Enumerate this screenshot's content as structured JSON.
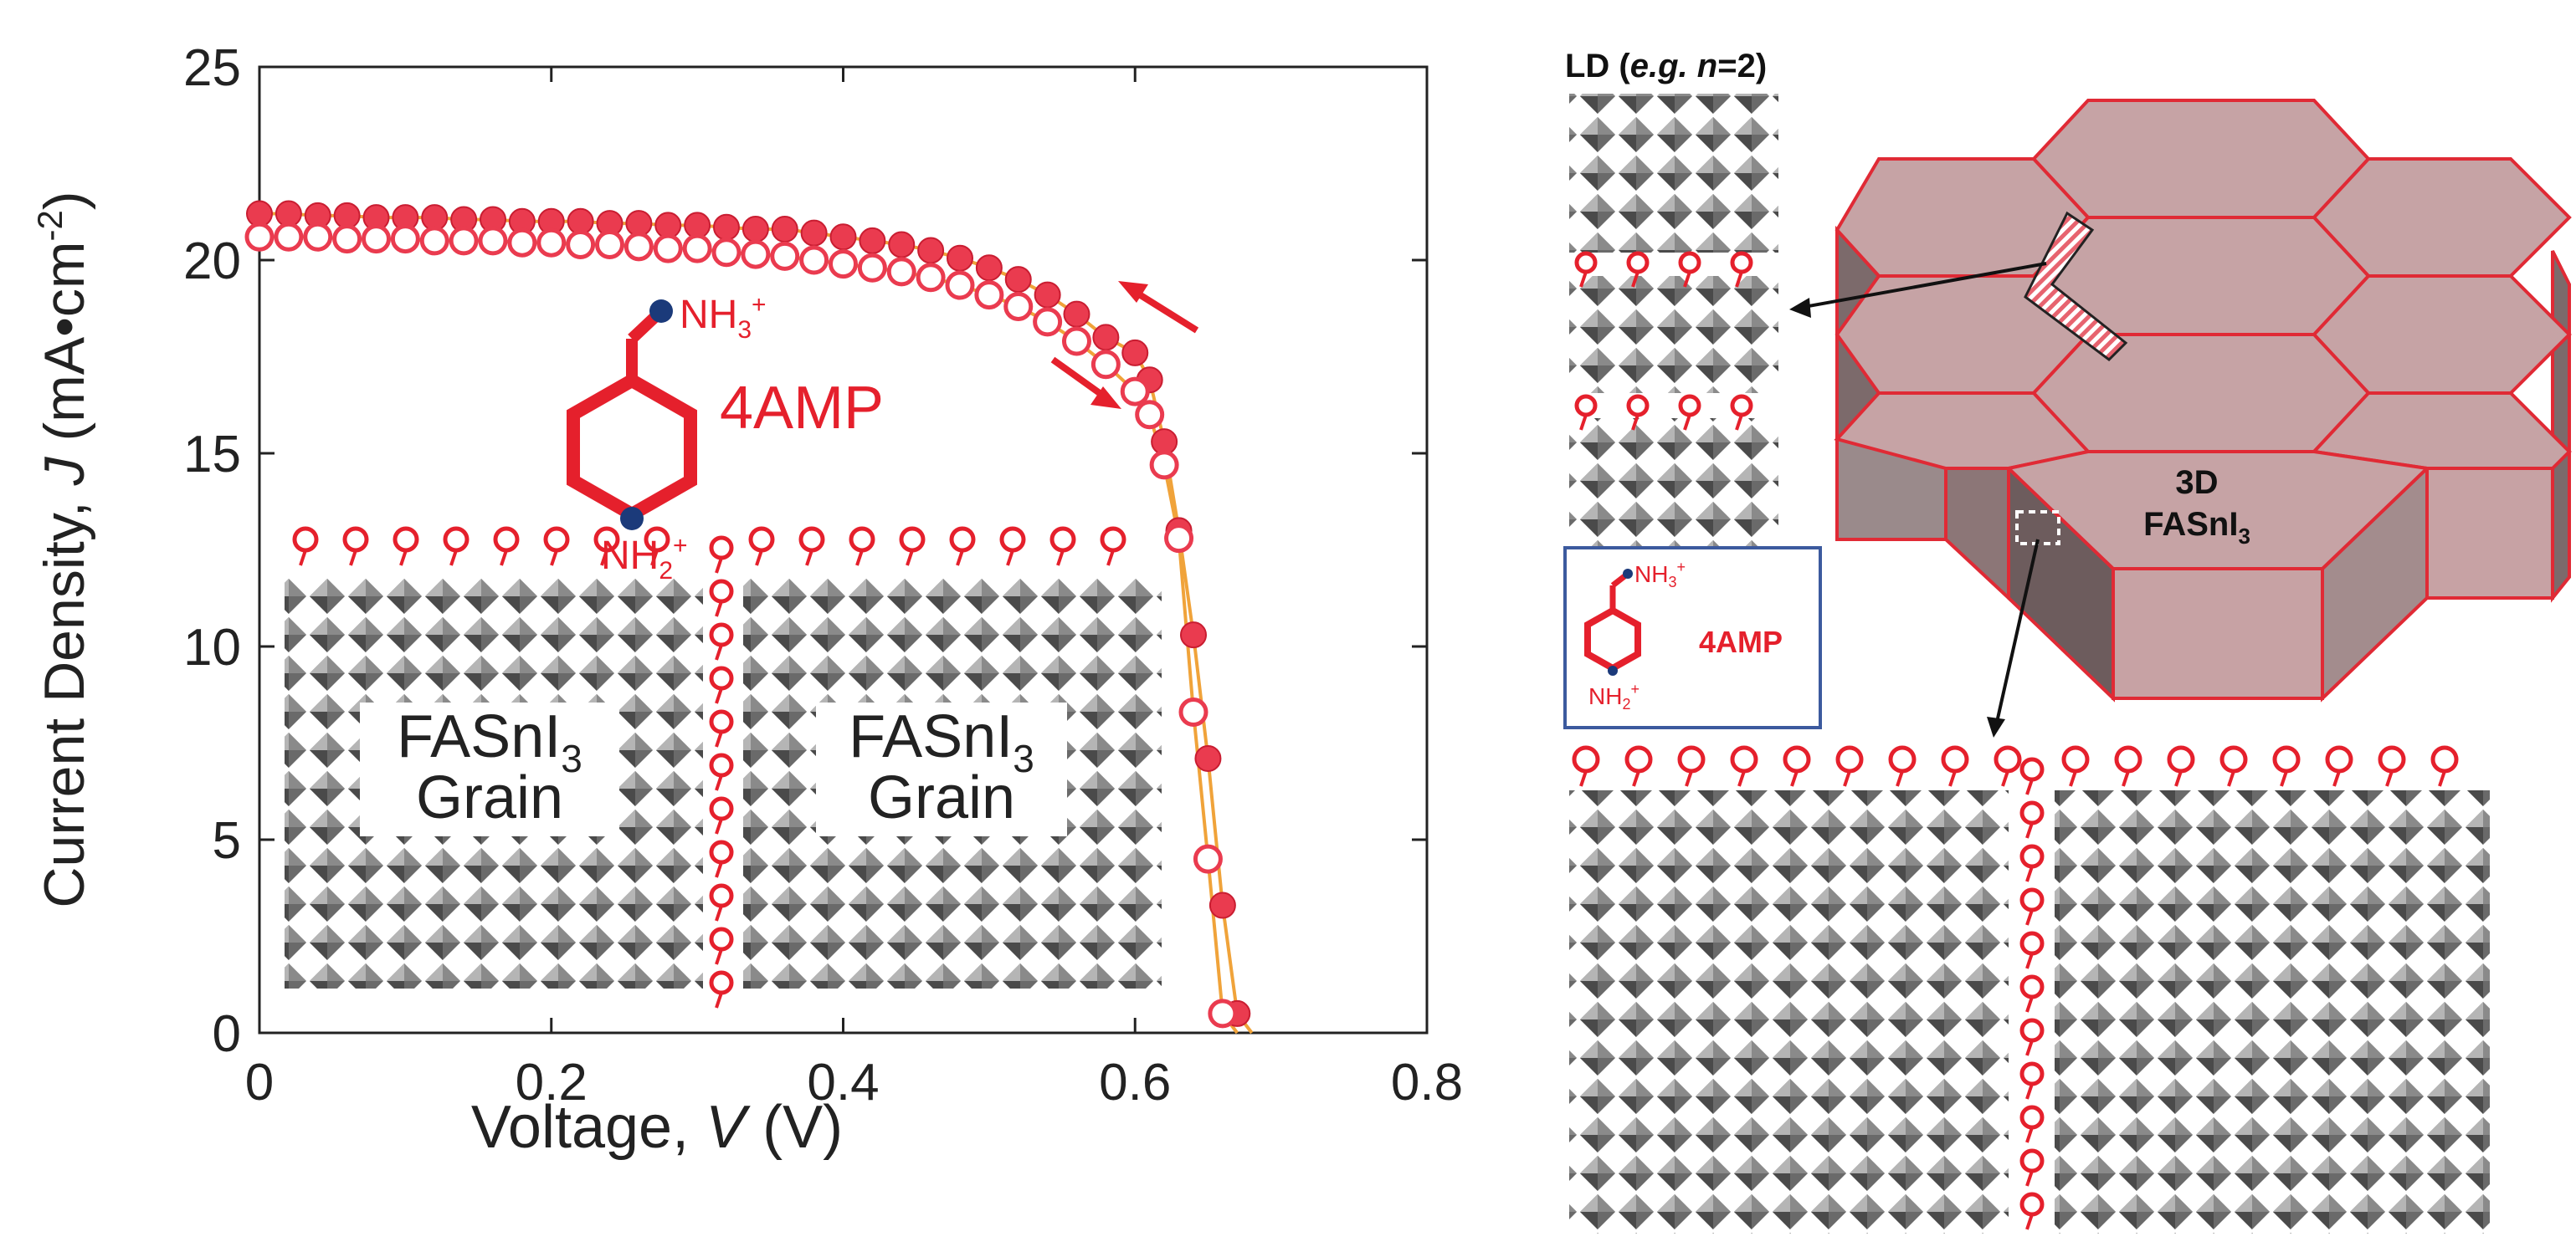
{
  "chart_data": {
    "type": "line",
    "xlabel": {
      "prefix": "Voltage, ",
      "var": "V",
      "suffix": " (V)"
    },
    "ylabel": {
      "prefix": "Current Density, ",
      "var": "J",
      "suffix": " (mA•cm",
      "sup": "-2",
      "close": ")"
    },
    "xlim": [
      0,
      0.8
    ],
    "ylim": [
      0,
      25
    ],
    "xticks": [
      "0",
      "0.2",
      "0.4",
      "0.6",
      "0.8"
    ],
    "yticks": [
      "0",
      "5",
      "10",
      "15",
      "20",
      "25"
    ],
    "grid": false,
    "series": [
      {
        "marker": "filled",
        "color": "#ea3b4f",
        "x": [
          0.0,
          0.02,
          0.04,
          0.06,
          0.08,
          0.1,
          0.12,
          0.14,
          0.16,
          0.18,
          0.2,
          0.22,
          0.24,
          0.26,
          0.28,
          0.3,
          0.32,
          0.34,
          0.36,
          0.38,
          0.4,
          0.42,
          0.44,
          0.46,
          0.48,
          0.5,
          0.52,
          0.54,
          0.56,
          0.58,
          0.6,
          0.61,
          0.62,
          0.63,
          0.64,
          0.65,
          0.66,
          0.67,
          0.68
        ],
        "y": [
          21.2,
          21.2,
          21.15,
          21.15,
          21.1,
          21.1,
          21.1,
          21.05,
          21.05,
          21.0,
          21.0,
          21.0,
          20.95,
          20.95,
          20.9,
          20.9,
          20.85,
          20.8,
          20.8,
          20.7,
          20.6,
          20.5,
          20.4,
          20.25,
          20.05,
          19.8,
          19.5,
          19.1,
          18.6,
          18.0,
          17.6,
          16.9,
          15.3,
          13.0,
          10.3,
          7.1,
          3.3,
          0.5,
          0.0
        ]
      },
      {
        "marker": "open",
        "color": "#ea3b4f",
        "x": [
          0.0,
          0.02,
          0.04,
          0.06,
          0.08,
          0.1,
          0.12,
          0.14,
          0.16,
          0.18,
          0.2,
          0.22,
          0.24,
          0.26,
          0.28,
          0.3,
          0.32,
          0.34,
          0.36,
          0.38,
          0.4,
          0.42,
          0.44,
          0.46,
          0.48,
          0.5,
          0.52,
          0.54,
          0.56,
          0.58,
          0.6,
          0.61,
          0.62,
          0.63,
          0.64,
          0.65,
          0.66,
          0.67
        ],
        "y": [
          20.6,
          20.6,
          20.6,
          20.55,
          20.55,
          20.55,
          20.5,
          20.5,
          20.5,
          20.45,
          20.45,
          20.4,
          20.4,
          20.35,
          20.3,
          20.3,
          20.2,
          20.15,
          20.1,
          20.0,
          19.9,
          19.8,
          19.7,
          19.55,
          19.35,
          19.1,
          18.8,
          18.4,
          17.9,
          17.3,
          16.6,
          16.0,
          14.7,
          12.8,
          8.3,
          4.5,
          0.5,
          0.0
        ]
      }
    ],
    "annotations": {
      "nh3": "NH",
      "nh3_sub": "3",
      "nh3_sup": "+",
      "nh2": "NH",
      "nh2_sub": "2",
      "nh2_sup": "+",
      "mol_label": "4AMP",
      "grain_a_line1": "FASnI",
      "grain_a_sub": "3",
      "grain_a_line2": "Grain",
      "grain_b_line1": "FASnI",
      "grain_b_sub": "3",
      "grain_b_line2": "Grain"
    }
  },
  "schematic": {
    "ld_label_prefix": "LD (",
    "ld_label_eg": "e.g.",
    "ld_label_n": " n",
    "ld_label_suffix": "=2)",
    "label_3d": "3D",
    "label_fasni": "FASnI",
    "label_fasni_sub": "3",
    "inset_nh3": "NH",
    "inset_nh3_sub": "3",
    "inset_nh3_sup": "+",
    "inset_nh2": "NH",
    "inset_nh2_sub": "2",
    "inset_nh2_sup": "+",
    "inset_label": "4AMP"
  },
  "colors": {
    "accent": "#ea3b4f",
    "grain_fill": "#c9a4a6",
    "grain_stroke": "#e02a35",
    "octa_dark": "#5e5e5e",
    "octa_light": "#a8a8a8",
    "curve_line": "#f0a33a",
    "inset_border": "#3c5a9e",
    "node": "#1b3a7a"
  }
}
